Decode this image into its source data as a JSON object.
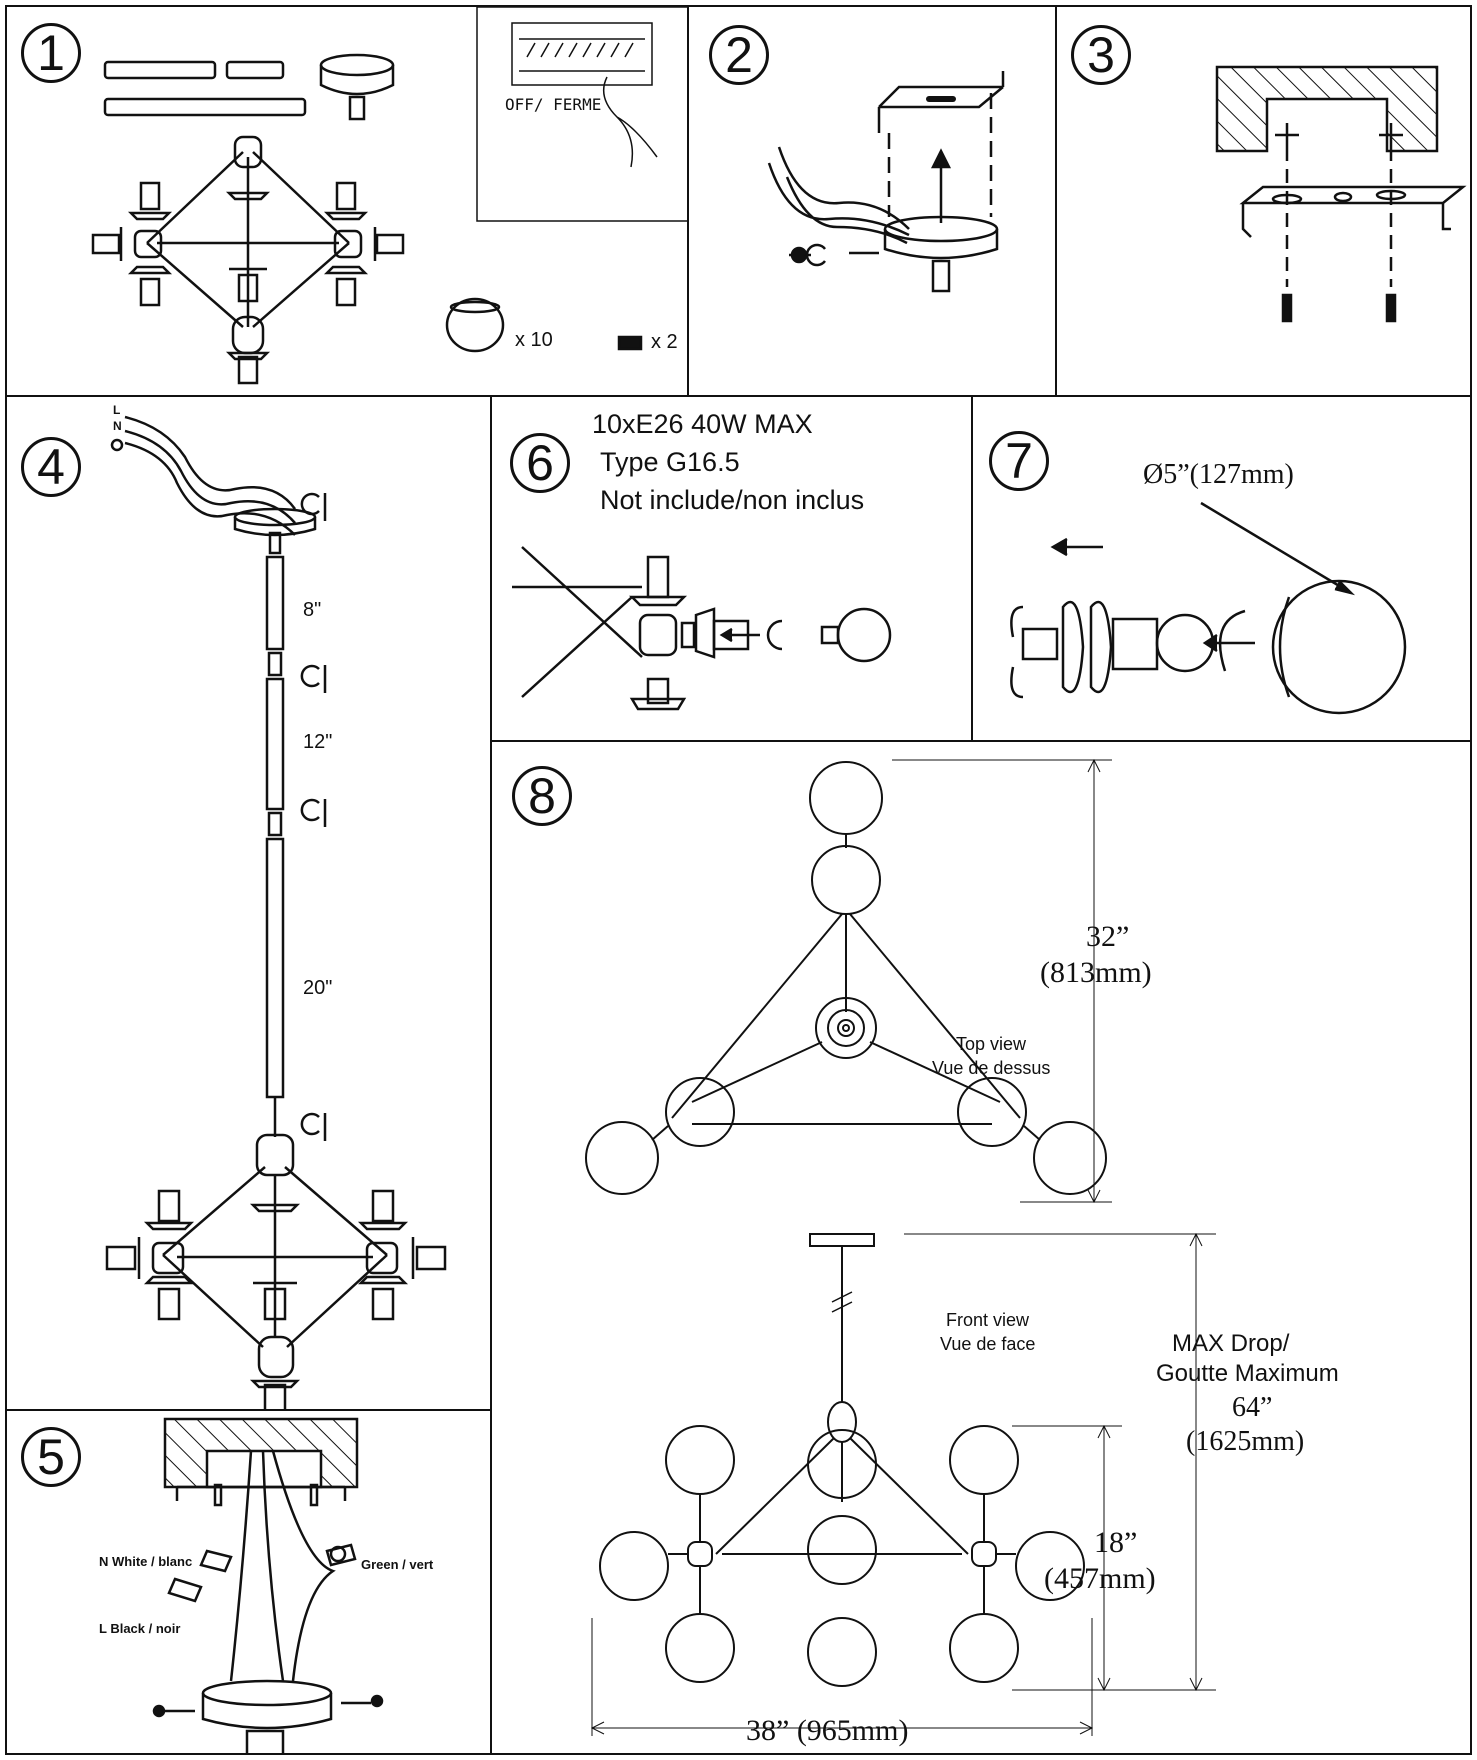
{
  "steps": {
    "s1": {
      "number": "1",
      "switch_label": "OFF/ FERME",
      "shade_qty": "x 10",
      "connector_qty": "x 2"
    },
    "s2": {
      "number": "2"
    },
    "s3": {
      "number": "3"
    },
    "s4": {
      "number": "4",
      "wire_labels": [
        "L",
        "N"
      ],
      "rod_lengths": [
        "8\"",
        "12\"",
        "20\""
      ]
    },
    "s5": {
      "number": "5",
      "neutral": "N  White / blanc",
      "ground": "Green / vert",
      "line": "L  Black / noir"
    },
    "s6": {
      "number": "6",
      "bulb_spec": "10xE26 40W MAX",
      "bulb_type": "Type G16.5",
      "bulb_note": "Not include/non inclus"
    },
    "s7": {
      "number": "7",
      "shade_diameter": "Ø5”(127mm)"
    },
    "s8": {
      "number": "8",
      "top_height_in": "32”",
      "top_height_mm": "(813mm)",
      "top_view": "Top view",
      "top_view_fr": "Vue de dessus",
      "front_view": "Front view",
      "front_view_fr": "Vue de face",
      "max_drop": "MAX Drop/",
      "max_drop_fr": "Goutte Maximum",
      "max_drop_in": "64”",
      "max_drop_mm": "(1625mm)",
      "body_height_in": "18”",
      "body_height_mm": "(457mm)",
      "width": "38” (965mm)"
    }
  }
}
